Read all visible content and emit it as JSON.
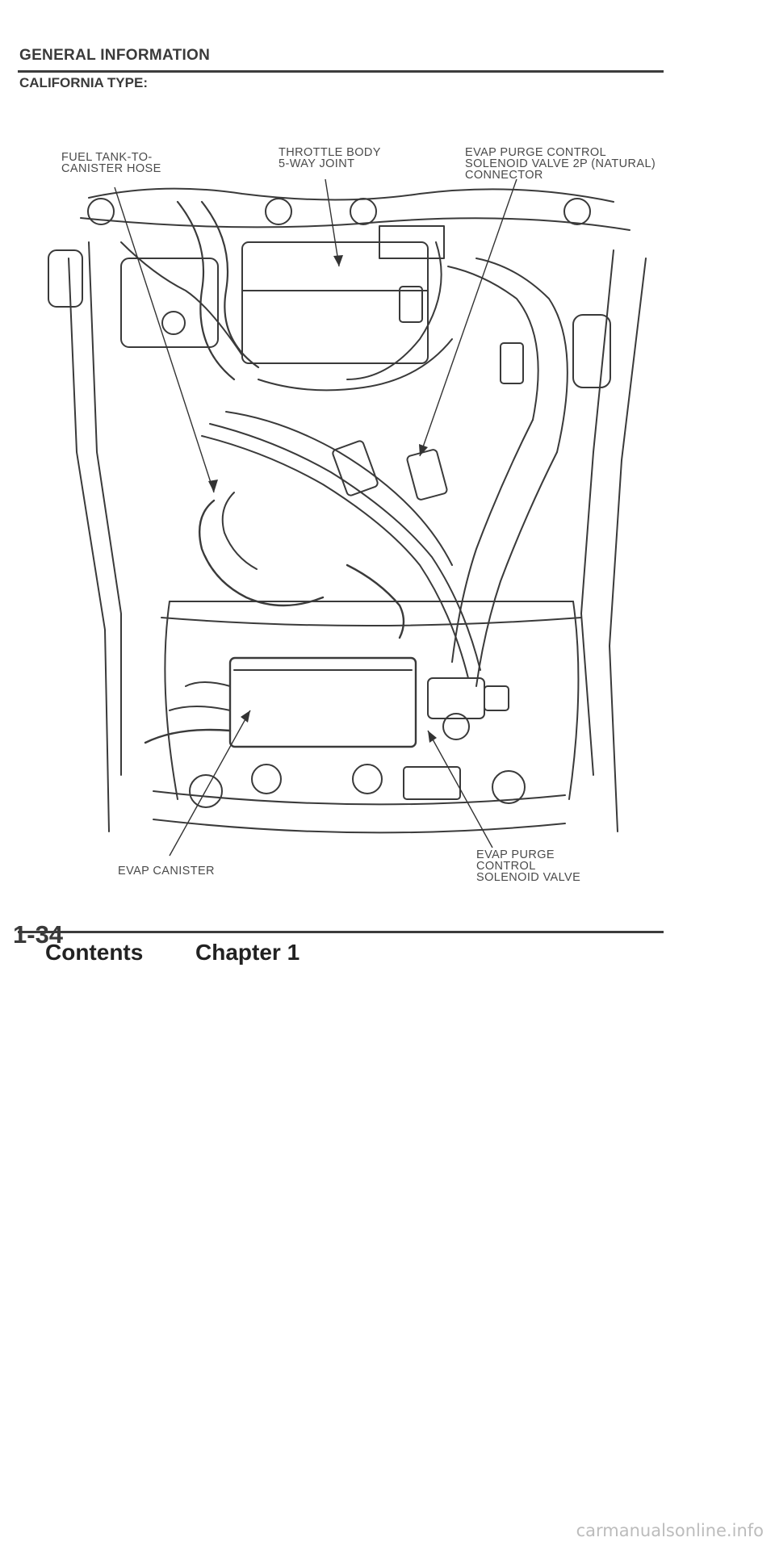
{
  "header": {
    "section_title": "GENERAL INFORMATION",
    "subtitle": "CALIFORNIA TYPE:"
  },
  "callouts": {
    "fuel_hose": [
      "FUEL TANK-TO-",
      "CANISTER HOSE"
    ],
    "throttle": [
      "THROTTLE BODY",
      "5-WAY JOINT"
    ],
    "evap_connector": [
      "EVAP PURGE CONTROL",
      "SOLENOID VALVE 2P (NATURAL)",
      "CONNECTOR"
    ],
    "canister": [
      "EVAP CANISTER"
    ],
    "evap_valve": [
      "EVAP PURGE",
      "CONTROL",
      "SOLENOID VALVE"
    ]
  },
  "footer": {
    "page_number": "1-34",
    "contents_link": "Contents",
    "chapter_link": "Chapter 1"
  },
  "watermark": "carmanualsonline.info"
}
